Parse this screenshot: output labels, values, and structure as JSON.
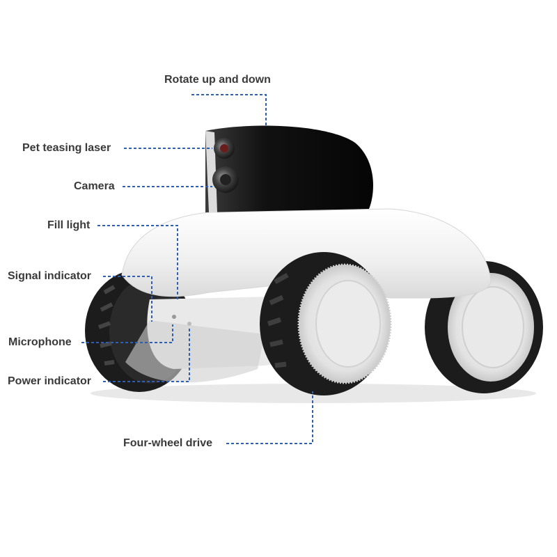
{
  "callouts": {
    "rotate": "Rotate up and down",
    "laser": "Pet teasing laser",
    "camera": "Camera",
    "fill_light": "Fill light",
    "signal": "Signal indicator",
    "microphone": "Microphone",
    "power": "Power indicator",
    "drive": "Four-wheel drive"
  },
  "colors": {
    "leader": "#2f5fb3",
    "label": "#3a3a3a",
    "body": "#f1f1f1",
    "head": "#141414",
    "tire": "#1f1f1f",
    "hub": "#e6e6e6"
  },
  "icons": {
    "robot": "pet-camera-robot-illustration"
  }
}
